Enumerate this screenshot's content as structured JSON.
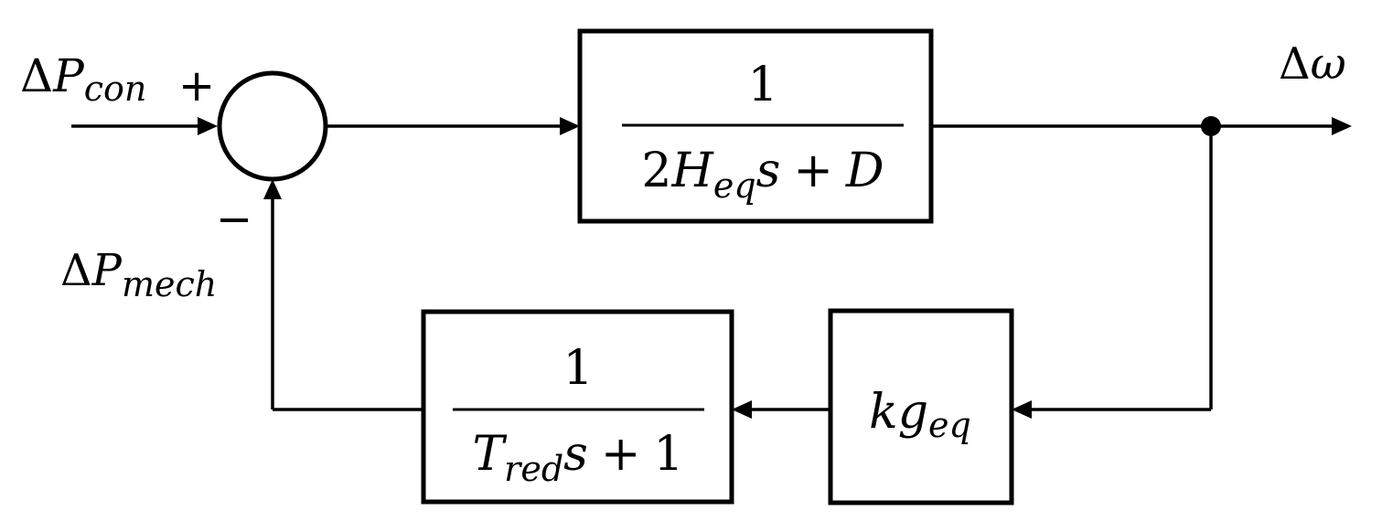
{
  "signals": {
    "input": {
      "prefix": "Δ",
      "base": "P",
      "sub": "con"
    },
    "output": {
      "prefix": "Δ",
      "base": "ω"
    },
    "feedback": {
      "prefix": "Δ",
      "base": "P",
      "sub": "mech"
    }
  },
  "summing_junction": {
    "plus_sign": "+",
    "minus_sign": "−"
  },
  "blocks": {
    "plant": {
      "numerator": "1",
      "den_coef": "2",
      "den_var": "H",
      "den_sub": "eq",
      "den_tail_var": "s",
      "den_plus": "+",
      "den_const": "D"
    },
    "gain": {
      "var_k": "k",
      "var_g": "g",
      "sub": "eq"
    },
    "filter": {
      "numerator": "1",
      "den_var": "T",
      "den_sub": "red",
      "den_tail_var": "s",
      "den_plus": "+",
      "den_const": "1"
    }
  }
}
